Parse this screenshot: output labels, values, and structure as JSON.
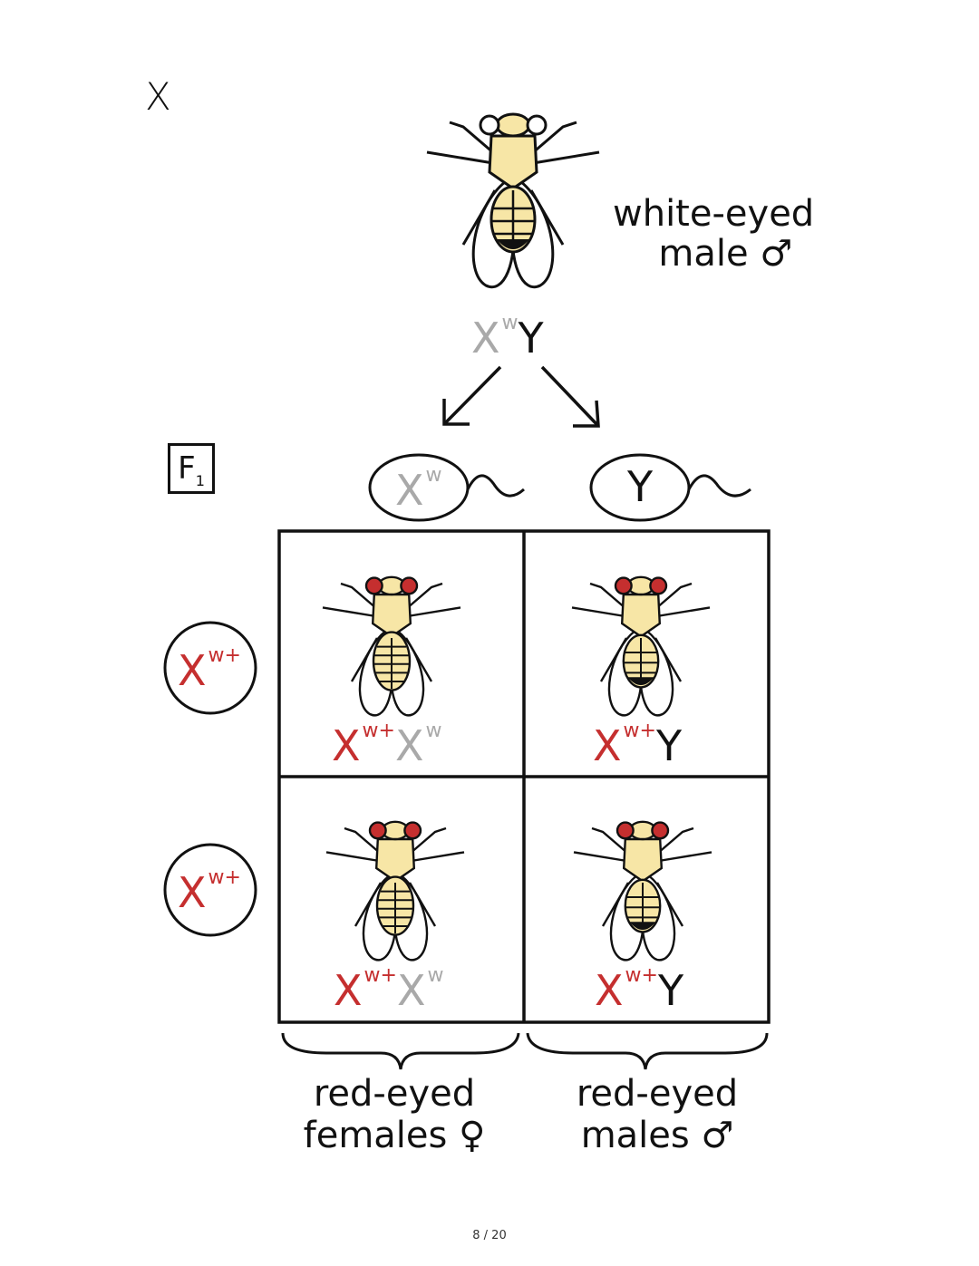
{
  "cross_symbol": "X",
  "generation_label": {
    "letter": "F",
    "sub": "1"
  },
  "parent": {
    "line1": "white-eyed",
    "line2": "male ♂",
    "genotype_x": "X",
    "genotype_x_sup": "w",
    "genotype_y": "Y"
  },
  "gametes_top": [
    {
      "x": "X",
      "sup": "w"
    },
    {
      "y": "Y"
    }
  ],
  "gametes_left": [
    {
      "x": "X",
      "sup": "w+"
    },
    {
      "x": "X",
      "sup": "w+"
    }
  ],
  "cells": [
    {
      "a": "X",
      "a_sup": "w+",
      "b": "X",
      "b_sup": "w"
    },
    {
      "a": "X",
      "a_sup": "w+",
      "b": "Y",
      "b_sup": ""
    },
    {
      "a": "X",
      "a_sup": "w+",
      "b": "X",
      "b_sup": "w"
    },
    {
      "a": "X",
      "a_sup": "w+",
      "b": "Y",
      "b_sup": ""
    }
  ],
  "result_female": {
    "line1": "red-eyed",
    "line2": "females ♀"
  },
  "result_male": {
    "line1": "red-eyed",
    "line2": "males ♂"
  },
  "colors": {
    "red_eye": "#c52f2f",
    "body": "#f7e6a6",
    "gray_allele": "#a9a9a9"
  },
  "page_number": "8 / 20"
}
